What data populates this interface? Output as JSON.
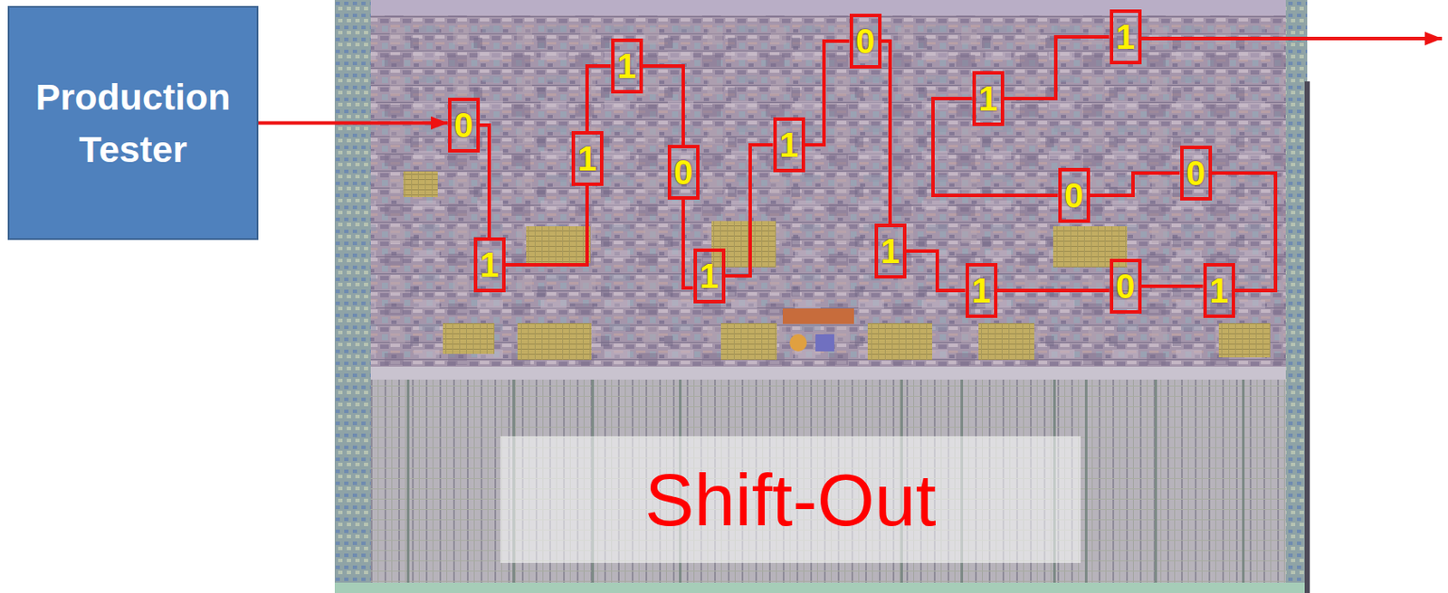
{
  "diagram": {
    "nodes": [
      {
        "text": [
          "Production Tester"
        ]
      },
      {
        "text": [
          "0"
        ]
      },
      {
        "text": [
          "1"
        ]
      },
      {
        "text": [
          "1"
        ]
      },
      {
        "text": [
          "1"
        ]
      },
      {
        "text": [
          "0"
        ]
      },
      {
        "text": [
          "1"
        ]
      },
      {
        "text": [
          "1"
        ]
      },
      {
        "text": [
          "0"
        ]
      },
      {
        "text": [
          "1"
        ]
      },
      {
        "text": [
          "1"
        ]
      },
      {
        "text": [
          "0"
        ]
      },
      {
        "text": [
          "1"
        ]
      },
      {
        "text": [
          "0"
        ]
      },
      {
        "text": [
          "0"
        ]
      },
      {
        "text": [
          "1"
        ]
      },
      {
        "text": [
          "1"
        ]
      }
    ],
    "edges": [
      {
        "from": 0,
        "to": 1,
        "arrow": "to"
      },
      {
        "from": 1,
        "to": 2,
        "arrow": "none"
      },
      {
        "from": 2,
        "to": 3,
        "arrow": "none"
      },
      {
        "from": 3,
        "to": 4,
        "arrow": "none"
      },
      {
        "from": 4,
        "to": 5,
        "arrow": "none"
      },
      {
        "from": 5,
        "to": 6,
        "arrow": "none"
      },
      {
        "from": 6,
        "to": 7,
        "arrow": "none"
      },
      {
        "from": 7,
        "to": 8,
        "arrow": "none"
      },
      {
        "from": 8,
        "to": 9,
        "arrow": "none"
      },
      {
        "from": 9,
        "to": 10,
        "arrow": "none"
      },
      {
        "from": 10,
        "to": 11,
        "arrow": "none"
      },
      {
        "from": 11,
        "to": 12,
        "arrow": "none"
      },
      {
        "from": 12,
        "to": 13,
        "arrow": "none"
      },
      {
        "from": 13,
        "to": 14,
        "arrow": "none"
      },
      {
        "from": 14,
        "to": 15,
        "arrow": "none"
      },
      {
        "from": 15,
        "to": 16,
        "arrow": "none"
      }
    ],
    "labels": [
      "Shift-Out"
    ]
  }
}
